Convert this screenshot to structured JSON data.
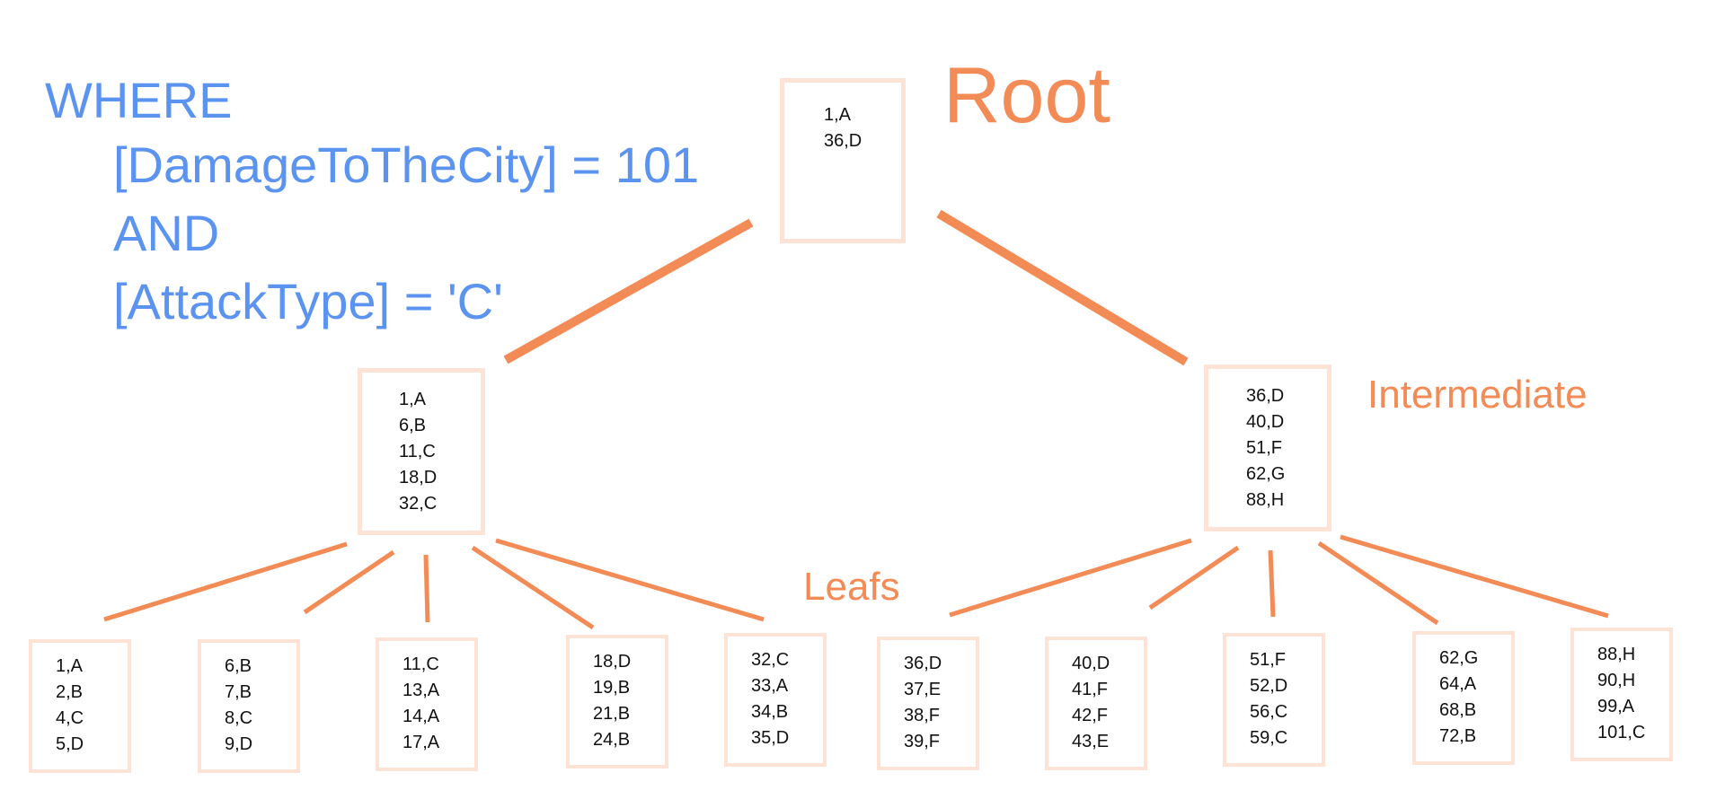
{
  "query": {
    "lines": [
      "WHERE",
      "[DamageToTheCity] = 101",
      "AND",
      "[AttackType] = 'C'"
    ]
  },
  "labels": {
    "root": "Root",
    "intermediate": "Intermediate",
    "leafs": "Leafs"
  },
  "colors": {
    "query_text": "#5b93f0",
    "label_text": "#f28b55",
    "connector": "#f28b55",
    "node_border": "#fde3d6",
    "entry_text": "#111111"
  },
  "tree": {
    "root": {
      "entries": [
        "1,A",
        "36,D"
      ]
    },
    "intermediate": [
      {
        "entries": [
          "1,A",
          "6,B",
          "11,C",
          "18,D",
          "32,C"
        ]
      },
      {
        "entries": [
          "36,D",
          "40,D",
          "51,F",
          "62,G",
          "88,H"
        ]
      }
    ],
    "leaves": [
      {
        "entries": [
          "1,A",
          "2,B",
          "4,C",
          "5,D"
        ]
      },
      {
        "entries": [
          "6,B",
          "7,B",
          "8,C",
          "9,D"
        ]
      },
      {
        "entries": [
          "11,C",
          "13,A",
          "14,A",
          "17,A"
        ]
      },
      {
        "entries": [
          "18,D",
          "19,B",
          "21,B",
          "24,B"
        ]
      },
      {
        "entries": [
          "32,C",
          "33,A",
          "34,B",
          "35,D"
        ]
      },
      {
        "entries": [
          "36,D",
          "37,E",
          "38,F",
          "39,F"
        ]
      },
      {
        "entries": [
          "40,D",
          "41,F",
          "42,F",
          "43,E"
        ]
      },
      {
        "entries": [
          "51,F",
          "52,D",
          "56,C",
          "59,C"
        ]
      },
      {
        "entries": [
          "62,G",
          "64,A",
          "68,B",
          "72,B"
        ]
      },
      {
        "entries": [
          "88,H",
          "90,H",
          "99,A",
          "101,C"
        ]
      }
    ]
  }
}
